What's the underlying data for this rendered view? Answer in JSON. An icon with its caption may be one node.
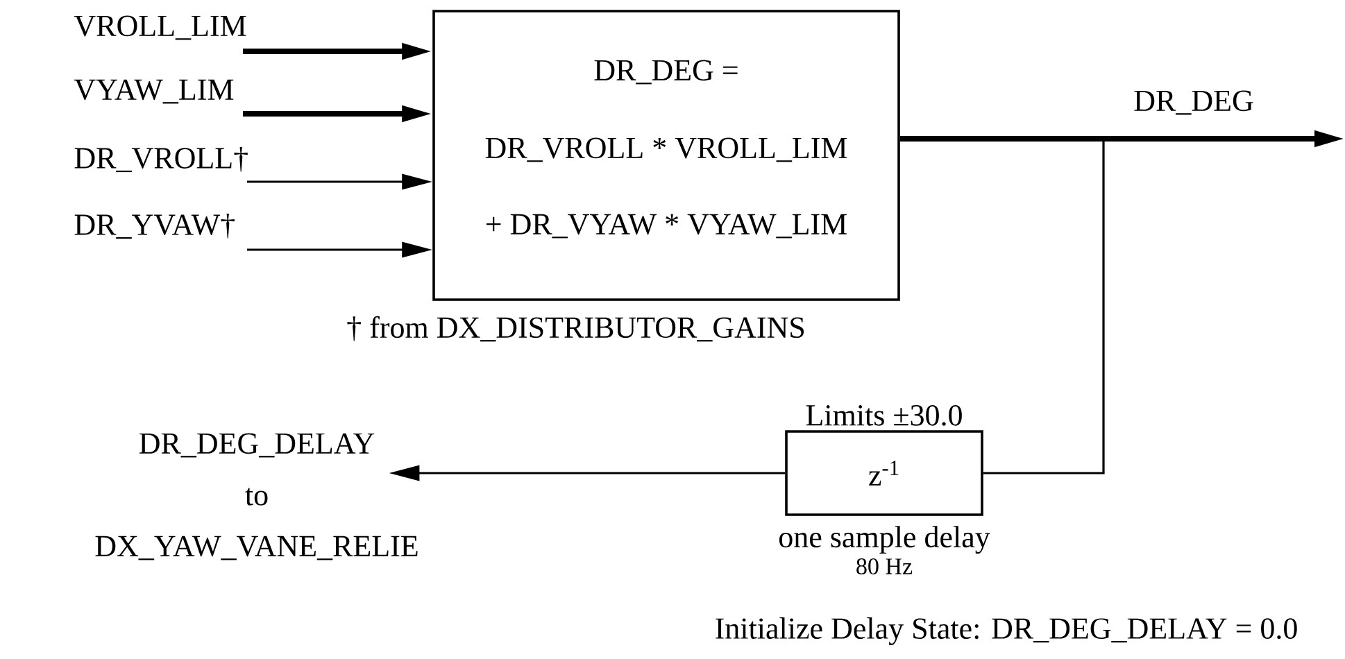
{
  "diagram": {
    "nodes": [
      {
        "text": [
          "VROLL_LIM"
        ]
      },
      {
        "text": [
          "VYAW_LIM"
        ]
      },
      {
        "text": [
          "DR_VROLL†"
        ]
      },
      {
        "text": [
          "DR_YVAW†"
        ]
      },
      {
        "text": [
          "DR_DEG =",
          "DR_VROLL * VROLL_LIM",
          "+ DR_VYAW * VYAW_LIM"
        ],
        "beside": [
          "† from DX_DISTRIBUTOR_GAINS"
        ]
      },
      {
        "text": [
          "z$^{-1}$"
        ],
        "beside": [
          "Limits ±30.0",
          "one sample delay",
          "80 Hz"
        ]
      },
      {
        "text": [
          "DR_DEG_DELAY",
          "to",
          "DX_YAW_VANE_RELIE"
        ]
      }
    ],
    "edges": [
      {
        "from": 0,
        "to": 4,
        "arrow": "to",
        "style": "thick"
      },
      {
        "from": 1,
        "to": 4,
        "arrow": "to",
        "style": "thick"
      },
      {
        "from": 2,
        "to": 4,
        "arrow": "to"
      },
      {
        "from": 3,
        "to": 4,
        "arrow": "to"
      },
      {
        "from": 4,
        "to": null,
        "arrow": "to",
        "label": "DR_DEG",
        "style": "thick"
      },
      {
        "from": 4,
        "to": 5,
        "arrow": "none"
      },
      {
        "from": 5,
        "to": 6,
        "arrow": "to"
      }
    ],
    "labels": [
      "Initialize Delay State:  DR_DEG_DELAY = 0.0"
    ]
  }
}
